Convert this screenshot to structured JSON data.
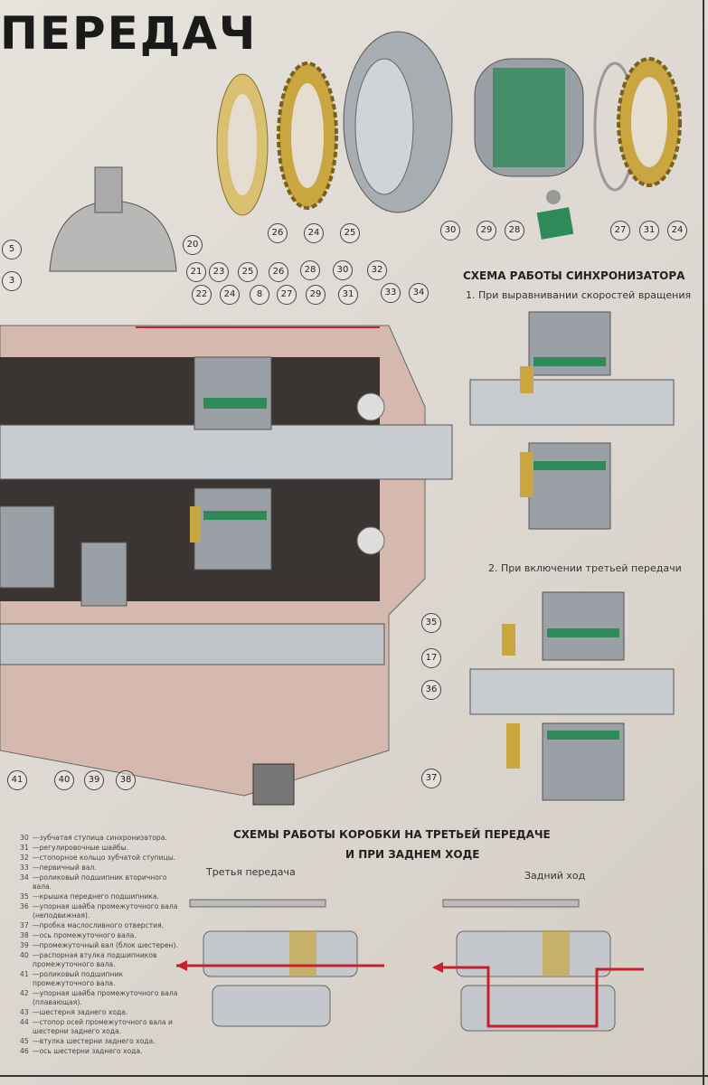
{
  "title": "ПЕРЕДАЧ",
  "synchronizer": {
    "heading": "СХЕМА РАБОТЫ СИНХРОНИЗАТОРА",
    "step1": "1. При выравнивании скоростей вращения",
    "step2": "2. При включении третьей передачи"
  },
  "gearbox_schemes": {
    "heading_line1": "СХЕМЫ РАБОТЫ КОРОБКИ НА ТРЕТЬЕЙ ПЕРЕДАЧЕ",
    "heading_line2": "И ПРИ ЗАДНЕМ ХОДЕ",
    "third_gear": "Третья передача",
    "reverse": "Задний ход"
  },
  "callouts": [
    "26",
    "24",
    "25",
    "30",
    "29",
    "28",
    "27",
    "31",
    "24",
    "5",
    "3",
    "20",
    "21",
    "23",
    "25",
    "26",
    "28",
    "30",
    "32",
    "22",
    "24",
    "8",
    "27",
    "29",
    "31",
    "33",
    "34",
    "35",
    "17",
    "36",
    "37",
    "41",
    "40",
    "39",
    "38"
  ],
  "legend": [
    {
      "n": "30",
      "t": "—зубчатая ступица синхронизатора."
    },
    {
      "n": "31",
      "t": "—регулировочные шайбы."
    },
    {
      "n": "32",
      "t": "—стопорное кольцо зубчатой ступицы."
    },
    {
      "n": "33",
      "t": "—первичный вал."
    },
    {
      "n": "34",
      "t": "—роликовый подшипник вторичного вала."
    },
    {
      "n": "35",
      "t": "—крышка переднего подшипника."
    },
    {
      "n": "36",
      "t": "—упорная шайба промежуточного вала (неподвижная)."
    },
    {
      "n": "37",
      "t": "—пробка маслосливного отверстия."
    },
    {
      "n": "38",
      "t": "—ось промежуточного вала."
    },
    {
      "n": "39",
      "t": "—промежуточный вал (блок шестерен)."
    },
    {
      "n": "40",
      "t": "—распорная втулка подшипников промежуточного вала."
    },
    {
      "n": "41",
      "t": "—роликовый подшипник промежуточного вала."
    },
    {
      "n": "42",
      "t": "—упорная шайба промежуточного вала (плавающая)."
    },
    {
      "n": "43",
      "t": "—шестерня заднего хода."
    },
    {
      "n": "44",
      "t": "—стопор осей промежуточного вала и шестерни заднего хода."
    },
    {
      "n": "45",
      "t": "—втулка шестерни заднего хода."
    },
    {
      "n": "46",
      "t": "—ось шестерни заднего хода."
    }
  ],
  "colors": {
    "brass": "#c9a640",
    "green": "#2f8a5a",
    "red": "#c8202a",
    "steel": "#b8bcc0",
    "housing": "#d6b9ae"
  }
}
